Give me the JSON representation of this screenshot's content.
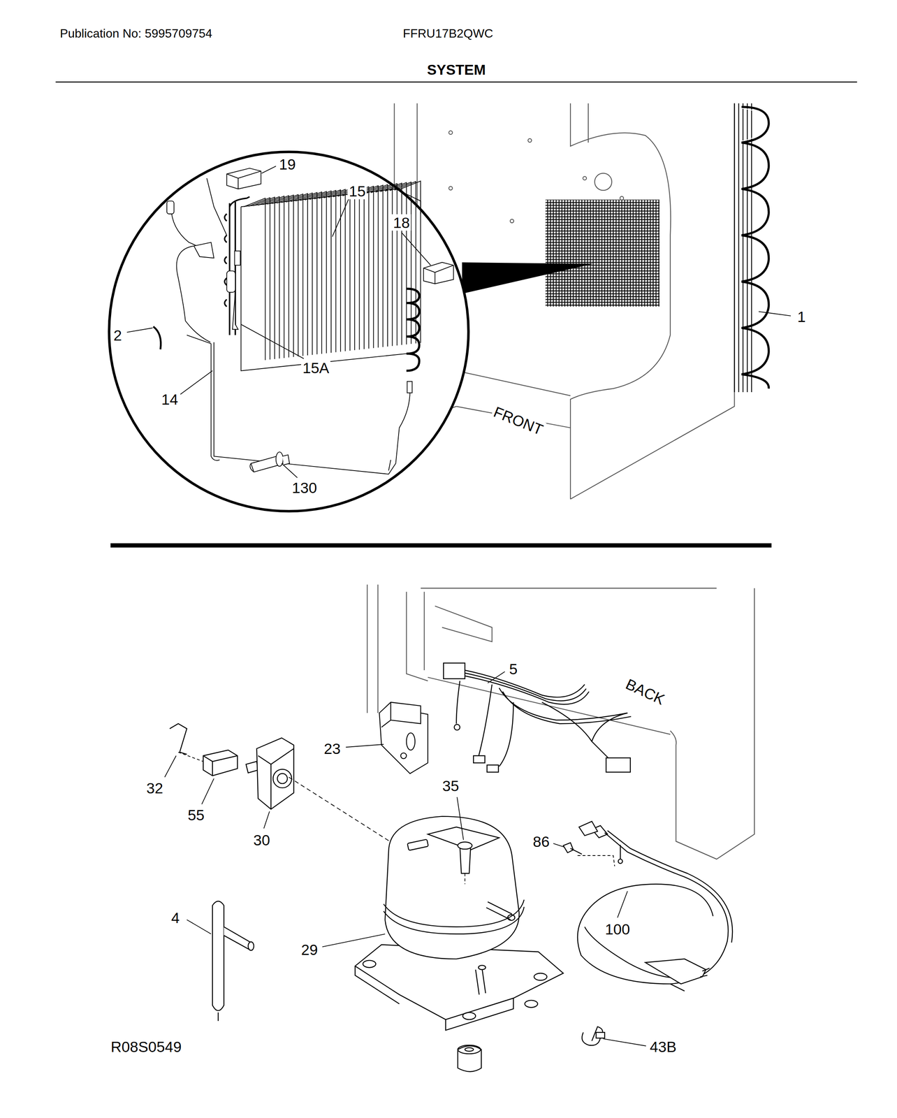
{
  "diagram": {
    "title": "SYSTEM",
    "labels": [
      "Publication No: 5995709754",
      "FFRU17B2QWC",
      "19",
      "15",
      "18",
      "2",
      "15A",
      "14",
      "130",
      "1",
      "FRONT",
      "5",
      "BACK",
      "23",
      "35",
      "32",
      "55",
      "30",
      "86",
      "100",
      "4",
      "29",
      "43B",
      "R08S0549"
    ]
  }
}
